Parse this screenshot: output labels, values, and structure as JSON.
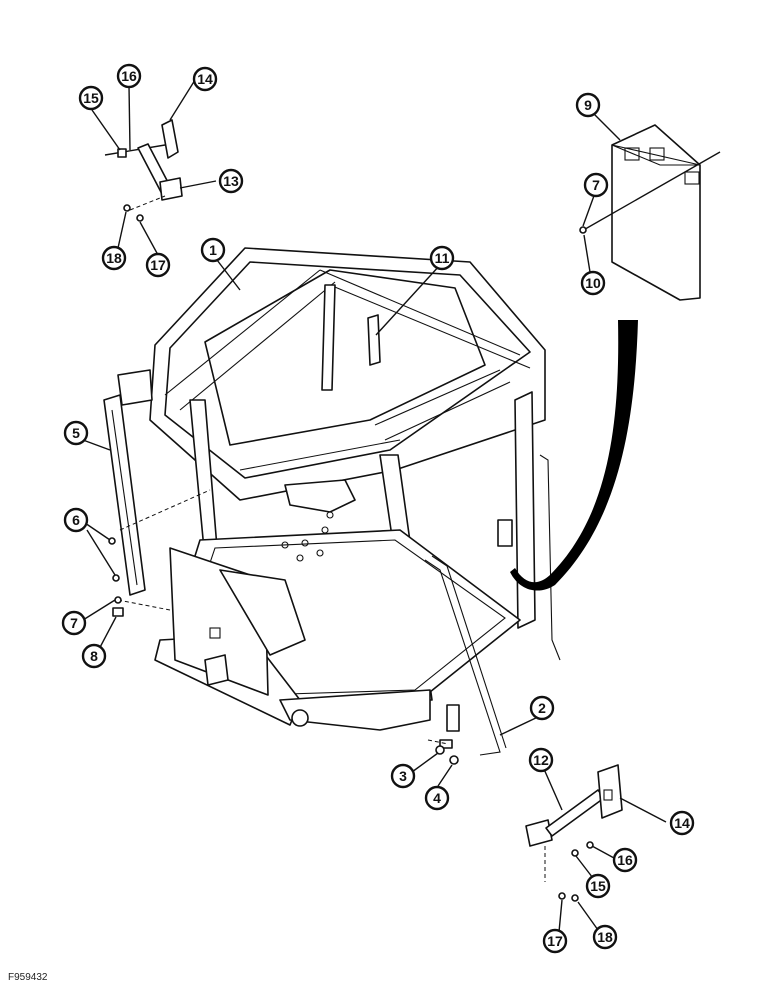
{
  "figure_id": "F959432",
  "callouts": {
    "c1": "1",
    "c2": "2",
    "c3": "3",
    "c4": "4",
    "c5": "5",
    "c6": "6",
    "c7a": "7",
    "c7b": "7",
    "c8": "8",
    "c9": "9",
    "c10": "10",
    "c11": "11",
    "c12": "12",
    "c13": "13",
    "c14a": "14",
    "c14b": "14",
    "c15a": "15",
    "c15b": "15",
    "c16a": "16",
    "c16b": "16",
    "c17a": "17",
    "c17b": "17",
    "c18a": "18",
    "c18b": "18"
  },
  "colors": {
    "line": "#111111",
    "background": "#ffffff",
    "wire": "#000000"
  }
}
